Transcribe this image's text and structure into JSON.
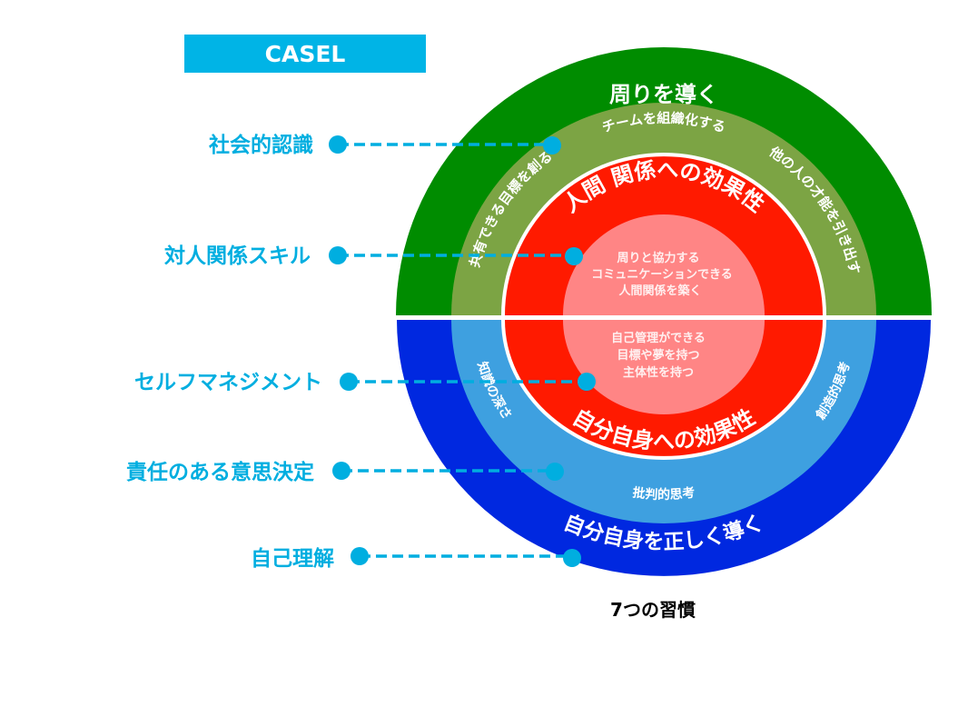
{
  "header": {
    "title": "CASEL"
  },
  "caption": "7つの習慣",
  "colors": {
    "accent": "#00aee0",
    "green": "#008c00",
    "olive": "#7ca444",
    "red": "#ff1a00",
    "pink": "#ff8585",
    "dark_blue": "#0028e0",
    "light_blue": "#3ea0e0"
  },
  "casel_items": [
    {
      "label": "社会的認識"
    },
    {
      "label": "対人関係スキル"
    },
    {
      "label": "セルフマネジメント"
    },
    {
      "label": "責任のある意思決定"
    },
    {
      "label": "自己理解"
    }
  ],
  "top": {
    "outer": "周りを導く",
    "ring_top": "チームを組織化する",
    "ring_left": "共有できる目標を創る",
    "ring_right": "他の人の才能を引き出す",
    "red": "人間 関係への効果性",
    "inner": [
      "周りと協力する",
      "コミュニケーションできる",
      "人間関係を築く"
    ]
  },
  "bottom": {
    "outer": "自分自身を正しく導く",
    "ring_bottom": "批判的思考",
    "ring_left": "知識の深さ",
    "ring_right": "創造的思考",
    "red": "自分自身への効果性",
    "inner": [
      "自己管理ができる",
      "目標や夢を持つ",
      "主体性を持つ"
    ]
  }
}
